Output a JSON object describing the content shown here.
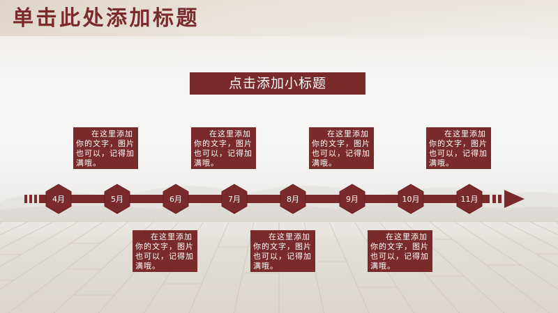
{
  "slide": {
    "title": "单击此处添加标题",
    "subtitle": "点击添加小标题"
  },
  "timeline": {
    "months": [
      "4月",
      "5月",
      "6月",
      "7月",
      "8月",
      "9月",
      "10月",
      "11月"
    ]
  },
  "notes": {
    "top": [
      "在这里添加你的文字，图片也可以，记得加满哦。",
      "在这里添加你的文字，图片也可以，记得加满哦。",
      "在这里添加你的文字，图片也可以，记得加满哦。",
      "在这里添加你的文字，图片也可以，记得加满哦。"
    ],
    "bottom": [
      "在这里添加你的文字，图片也可以，记得加满哦。",
      "在这里添加你的文字，图片也可以，记得加满哦。",
      "在这里添加你的文字，图片也可以，记得加满哦。"
    ]
  },
  "colors": {
    "accent": "#7a2a2a",
    "text_on_accent": "#ffffff"
  }
}
